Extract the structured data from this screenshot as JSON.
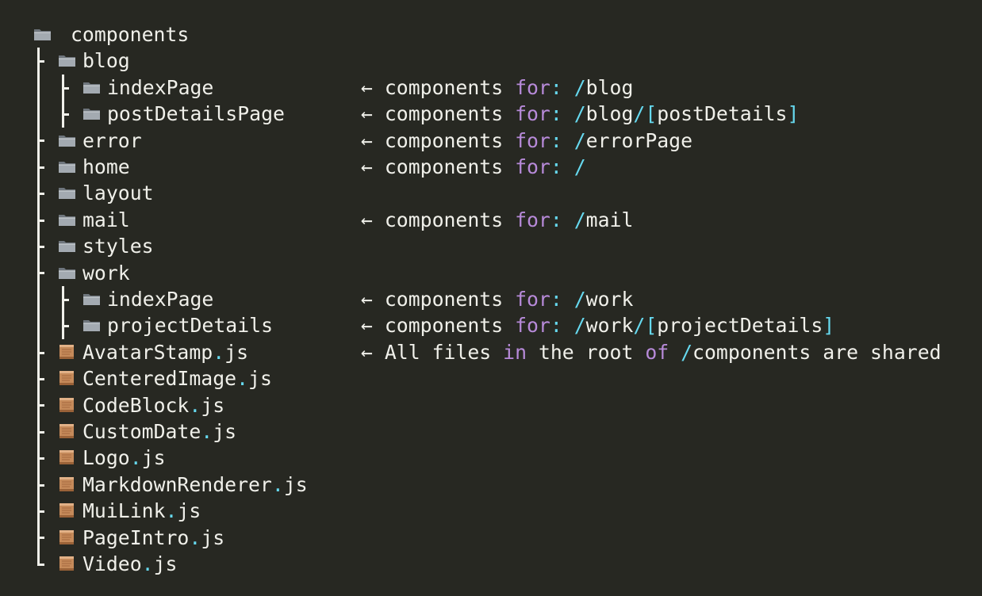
{
  "tree": {
    "root": {
      "label": "components",
      "icon": "folder-icon"
    },
    "rows": [
      {
        "depth": 1,
        "type": "folder",
        "label": "blog",
        "comment": null
      },
      {
        "depth": 2,
        "type": "folder",
        "label": "indexPage",
        "comment": {
          "prefix": "← components",
          "kw": "for",
          "colon": ":",
          "path": [
            [
              "/",
              "p"
            ],
            [
              "blog",
              "t"
            ]
          ]
        }
      },
      {
        "depth": 2,
        "type": "folder",
        "label": "postDetailsPage",
        "comment": {
          "prefix": "← components",
          "kw": "for",
          "colon": ":",
          "path": [
            [
              "/",
              "p"
            ],
            [
              "blog",
              "t"
            ],
            [
              "/",
              "p"
            ],
            [
              "[",
              "p"
            ],
            [
              "postDetails",
              "t"
            ],
            [
              "]",
              "p"
            ]
          ]
        }
      },
      {
        "depth": 1,
        "type": "folder",
        "label": "error",
        "comment": {
          "prefix": "← components",
          "kw": "for",
          "colon": ":",
          "path": [
            [
              "/",
              "p"
            ],
            [
              "errorPage",
              "t"
            ]
          ]
        }
      },
      {
        "depth": 1,
        "type": "folder",
        "label": "home",
        "comment": {
          "prefix": "← components",
          "kw": "for",
          "colon": ":",
          "path": [
            [
              "/",
              "p"
            ]
          ]
        }
      },
      {
        "depth": 1,
        "type": "folder",
        "label": "layout",
        "comment": null
      },
      {
        "depth": 1,
        "type": "folder",
        "label": "mail",
        "comment": {
          "prefix": "← components",
          "kw": "for",
          "colon": ":",
          "path": [
            [
              "/",
              "p"
            ],
            [
              "mail",
              "t"
            ]
          ]
        }
      },
      {
        "depth": 1,
        "type": "folder",
        "label": "styles",
        "comment": null
      },
      {
        "depth": 1,
        "type": "folder",
        "label": "work",
        "comment": null
      },
      {
        "depth": 2,
        "type": "folder",
        "label": "indexPage",
        "comment": {
          "prefix": "← components",
          "kw": "for",
          "colon": ":",
          "path": [
            [
              "/",
              "p"
            ],
            [
              "work",
              "t"
            ]
          ]
        }
      },
      {
        "depth": 2,
        "type": "folder",
        "label": "projectDetails",
        "comment": {
          "prefix": "← components",
          "kw": "for",
          "colon": ":",
          "path": [
            [
              "/",
              "p"
            ],
            [
              "work",
              "t"
            ],
            [
              "/",
              "p"
            ],
            [
              "[",
              "p"
            ],
            [
              "projectDetails",
              "t"
            ],
            [
              "]",
              "p"
            ]
          ]
        }
      },
      {
        "depth": 1,
        "type": "file",
        "label": "AvatarStamp",
        "ext": "js",
        "comment": {
          "shared": [
            [
              "← All files ",
              "t"
            ],
            [
              "in",
              "k"
            ],
            [
              " the root ",
              "t"
            ],
            [
              "of",
              "k"
            ],
            [
              " ",
              "t"
            ],
            [
              "/",
              "p"
            ],
            [
              "components are shared",
              "t"
            ]
          ]
        }
      },
      {
        "depth": 1,
        "type": "file",
        "label": "CenteredImage",
        "ext": "js",
        "comment": null
      },
      {
        "depth": 1,
        "type": "file",
        "label": "CodeBlock",
        "ext": "js",
        "comment": null
      },
      {
        "depth": 1,
        "type": "file",
        "label": "CustomDate",
        "ext": "js",
        "comment": null
      },
      {
        "depth": 1,
        "type": "file",
        "label": "Logo",
        "ext": "js",
        "comment": null
      },
      {
        "depth": 1,
        "type": "file",
        "label": "MarkdownRenderer",
        "ext": "js",
        "comment": null
      },
      {
        "depth": 1,
        "type": "file",
        "label": "MuiLink",
        "ext": "js",
        "comment": null
      },
      {
        "depth": 1,
        "type": "file",
        "label": "PageIntro",
        "ext": "js",
        "comment": null
      },
      {
        "depth": 1,
        "type": "file",
        "label": "Video",
        "ext": "js",
        "comment": null
      }
    ]
  },
  "colors": {
    "background": "#272822",
    "text": "#f0f0ea",
    "keyword": "#b78ad9",
    "punctuation": "#66d9ef"
  }
}
